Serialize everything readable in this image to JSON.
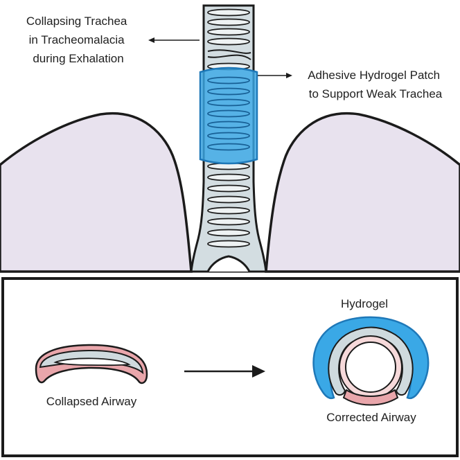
{
  "labels": {
    "collapsing": [
      "Collapsing Trachea",
      "in Tracheomalacia",
      "during Exhalation"
    ],
    "patch": [
      "Adhesive Hydrogel Patch",
      "to Support Weak Trachea"
    ],
    "hydrogel": "Hydrogel",
    "collapsed_airway": "Collapsed Airway",
    "corrected_airway": "Corrected Airway"
  },
  "colors": {
    "lung_fill": "#e8e2ee",
    "cartilage": "#cfdade",
    "hydrogel_blue": "#3aa8e6",
    "hydrogel_dark": "#1e78b8",
    "mucosa_pink": "#e9a6ab",
    "mucosa_light": "#f6d9da",
    "outline": "#1b1b1b"
  }
}
